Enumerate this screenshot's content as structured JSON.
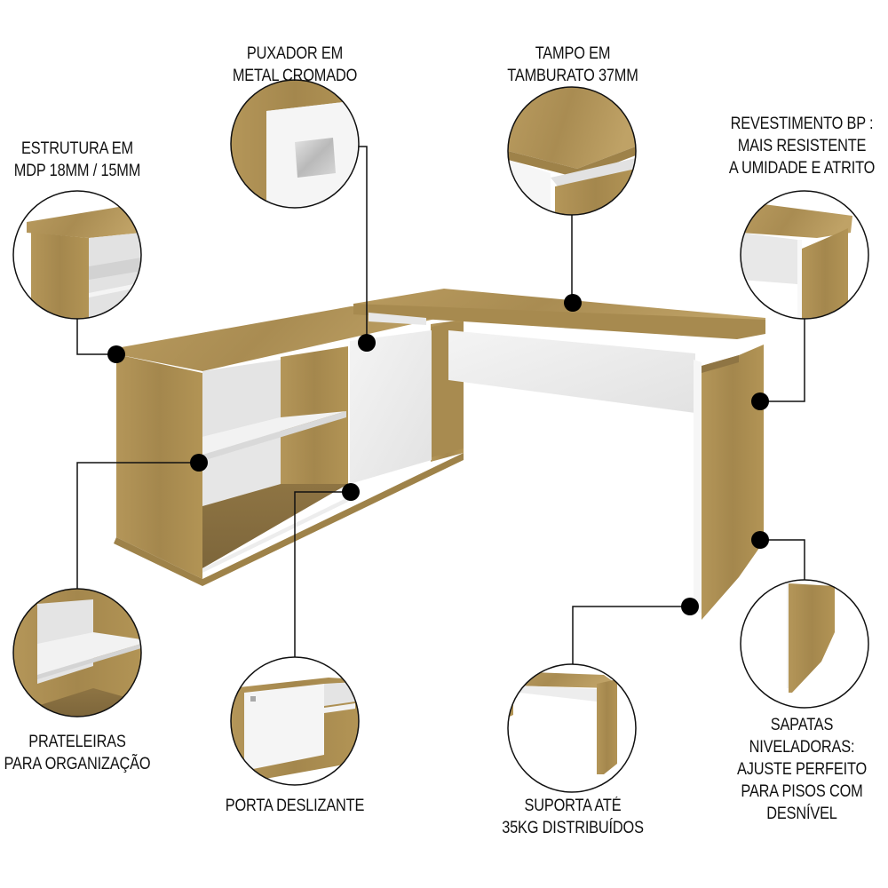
{
  "product": {
    "type": "L-shaped desk with sideboard",
    "colors": {
      "wood": "#B89A5E",
      "wood_dark": "#9C7F48",
      "white_panel": "#EEEEEE",
      "callout_dot": "#000000",
      "callout_line": "#111111",
      "text": "#111111"
    }
  },
  "callouts": [
    {
      "id": "estrutura",
      "lines": [
        "ESTRUTURA EM",
        "MDP 18MM / 15MM"
      ]
    },
    {
      "id": "puxador",
      "lines": [
        "PUXADOR EM",
        "METAL CROMADO"
      ]
    },
    {
      "id": "tampo",
      "lines": [
        "TAMPO EM",
        "TAMBURATO 37MM"
      ]
    },
    {
      "id": "revestimento",
      "lines": [
        "REVESTIMENTO BP :",
        "MAIS RESISTENTE",
        "A UMIDADE E ATRITO"
      ]
    },
    {
      "id": "prateleiras",
      "lines": [
        "PRATELEIRAS",
        "PARA ORGANIZAÇÃO"
      ]
    },
    {
      "id": "porta",
      "lines": [
        "PORTA DESLIZANTE"
      ]
    },
    {
      "id": "suporta",
      "lines": [
        "SUPORTA ATÉ",
        "35KG DISTRIBUÍDOS"
      ]
    },
    {
      "id": "sapatas",
      "lines": [
        "SAPATAS",
        "NIVELADORAS:",
        "AJUSTE PERFEITO",
        "PARA PISOS COM",
        "DESNÍVEL"
      ]
    }
  ],
  "detail_images": [
    "structure-corner-detail",
    "chrome-handle-detail",
    "desktop-edge-detail",
    "bp-coating-detail",
    "shelves-detail",
    "sliding-door-detail",
    "desk-support-detail",
    "leveling-feet-detail"
  ]
}
